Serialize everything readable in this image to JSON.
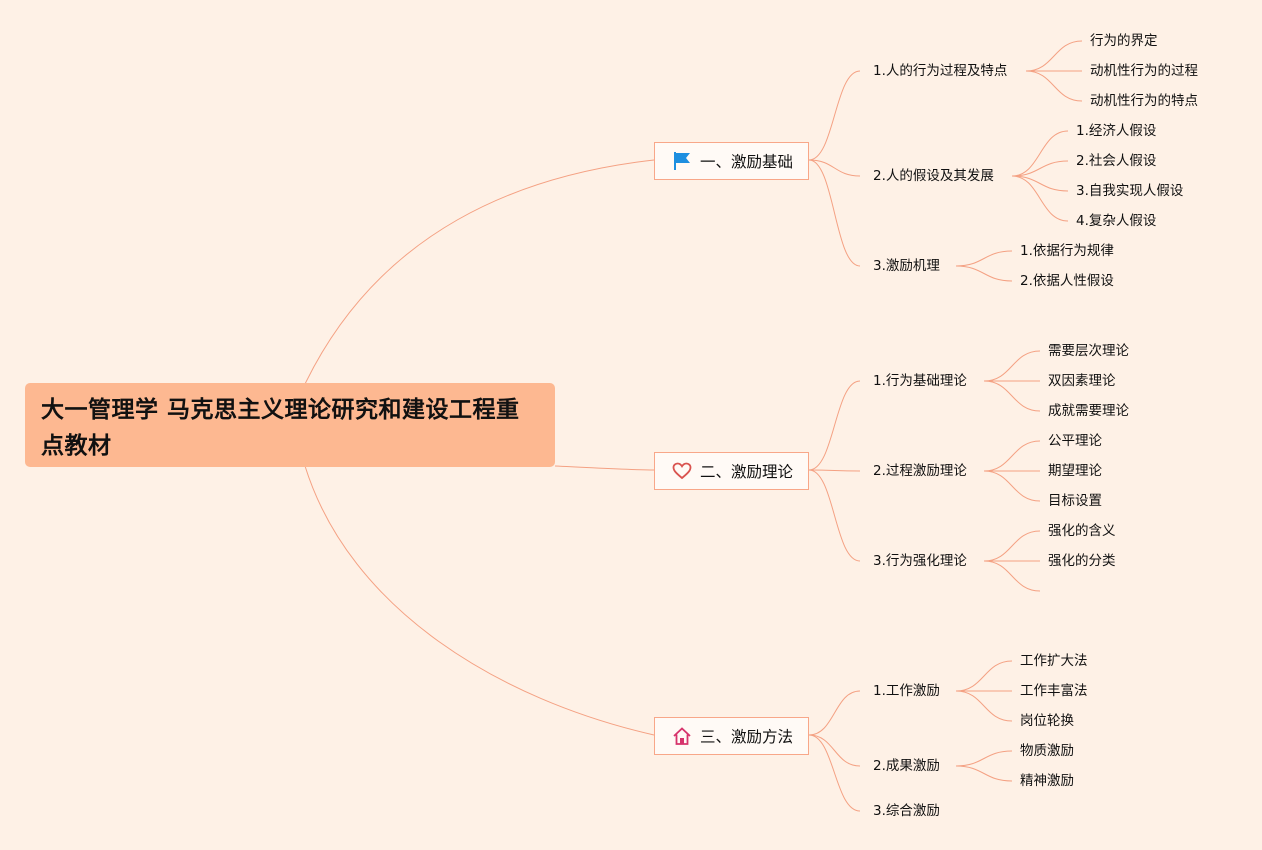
{
  "root": {
    "title": "大一管理学 马克思主义理论研究和建设工程重点教材"
  },
  "branches": [
    {
      "label": "一、激励基础",
      "icon": "flag-icon",
      "color": "#1e8fe0",
      "children": [
        {
          "label": "1.人的行为过程及特点",
          "children": [
            "行为的界定",
            "动机性行为的过程",
            "动机性行为的特点"
          ]
        },
        {
          "label": "2.人的假设及其发展",
          "children": [
            "1.经济人假设",
            "2.社会人假设",
            "3.自我实现人假设",
            "4.复杂人假设"
          ]
        },
        {
          "label": "3.激励机理",
          "children": [
            "1.依据行为规律",
            "2.依据人性假设"
          ]
        }
      ]
    },
    {
      "label": "二、激励理论",
      "icon": "heart-icon",
      "color": "#d9534f",
      "children": [
        {
          "label": "1.行为基础理论",
          "children": [
            "需要层次理论",
            "双因素理论",
            "成就需要理论"
          ]
        },
        {
          "label": "2.过程激励理论",
          "children": [
            "公平理论",
            "期望理论",
            "目标设置"
          ]
        },
        {
          "label": "3.行为强化理论",
          "children": [
            "强化的含义",
            "强化的分类",
            ""
          ]
        }
      ]
    },
    {
      "label": "三、激励方法",
      "icon": "home-icon",
      "color": "#d6336c",
      "children": [
        {
          "label": "1.工作激励",
          "children": [
            "工作扩大法",
            "工作丰富法",
            "岗位轮换"
          ]
        },
        {
          "label": "2.成果激励",
          "children": [
            "物质激励",
            "精神激励"
          ]
        },
        {
          "label": "3.综合激励",
          "children": []
        }
      ]
    }
  ]
}
